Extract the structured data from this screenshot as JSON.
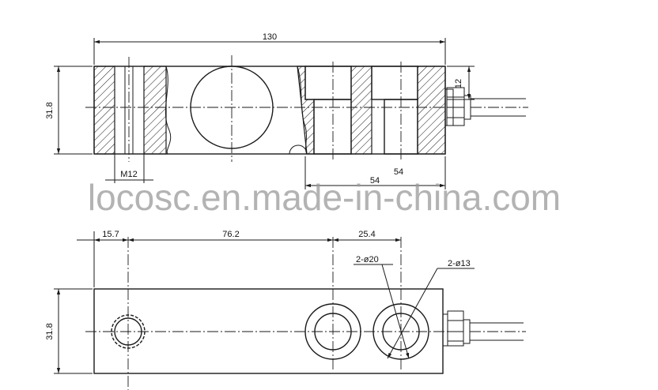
{
  "watermark": "locosc.en.made-in-china.com",
  "top_view": {
    "dim_length": "130",
    "dim_height": "31.8",
    "dim_counterbore": "12",
    "dim_thread": "M12",
    "dim_54_a": "54",
    "dim_54_b": "54"
  },
  "bottom_view": {
    "dim_offset": "15.7",
    "dim_spacing": "76.2",
    "dim_pitch": "25.4",
    "dim_height": "31.8",
    "hole_large": "2-ø20",
    "hole_small": "2-ø13"
  },
  "colors": {
    "line": "#1a1a1a",
    "watermark": "#9a9a9a"
  }
}
